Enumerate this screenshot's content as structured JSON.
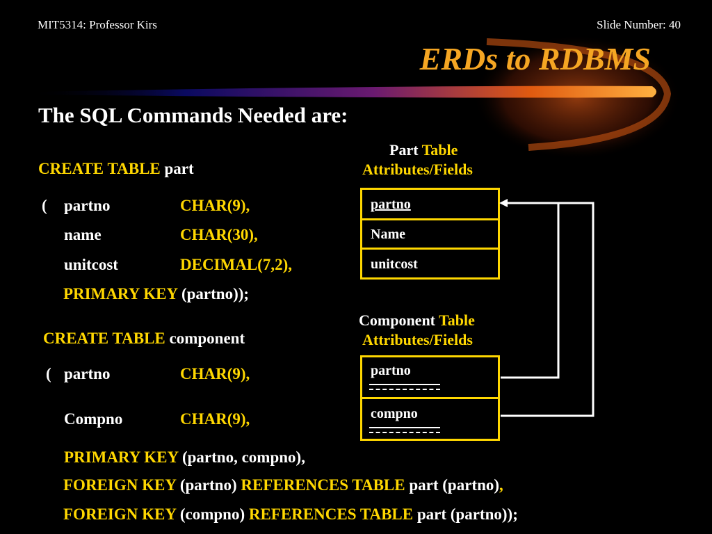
{
  "header": {
    "left": "MIT5314: Professor Kirs",
    "right": "Slide Number: 40"
  },
  "slide": {
    "title": "ERDs to RDBMS",
    "subtitle": "The SQL Commands Needed are:"
  },
  "part_sql": {
    "kw": "CREATE TABLE",
    "name": "part",
    "open": "(",
    "rows": [
      {
        "field": "partno",
        "type": "CHAR(9),"
      },
      {
        "field": "name",
        "type": "CHAR(30),"
      },
      {
        "field": "unitcost",
        "type": "DECIMAL(7,2),"
      }
    ],
    "pk_kw": "PRIMARY KEY",
    "pk_args": "(partno));"
  },
  "component_sql": {
    "kw": "CREATE TABLE",
    "name": "component",
    "open": "(",
    "rows": [
      {
        "field": "partno",
        "type": "CHAR(9),"
      },
      {
        "field": "Compno",
        "type": "CHAR(9),"
      }
    ],
    "pk_kw": "PRIMARY KEY",
    "pk_args": "(partno, compno),",
    "fk1": {
      "kw1": "FOREIGN KEY",
      "arg1": "(partno)",
      "kw2": "REFERENCES TABLE",
      "arg2": "part (partno)",
      "tail": ","
    },
    "fk2": {
      "kw1": "FOREIGN KEY",
      "arg1": "(compno)",
      "kw2": "REFERENCES TABLE",
      "arg2": "part (partno));"
    }
  },
  "part_table": {
    "name": "Part",
    "word": "Table",
    "caption": "Attributes/Fields",
    "fields": [
      "partno",
      "Name",
      "unitcost"
    ]
  },
  "component_table": {
    "name": "Component",
    "word": "Table",
    "caption": "Attributes/Fields",
    "fields": [
      "partno",
      "compno"
    ]
  },
  "colors": {
    "accent": "#ffd700",
    "text": "#ffffff",
    "background": "#000000",
    "title": "#f5a623"
  }
}
